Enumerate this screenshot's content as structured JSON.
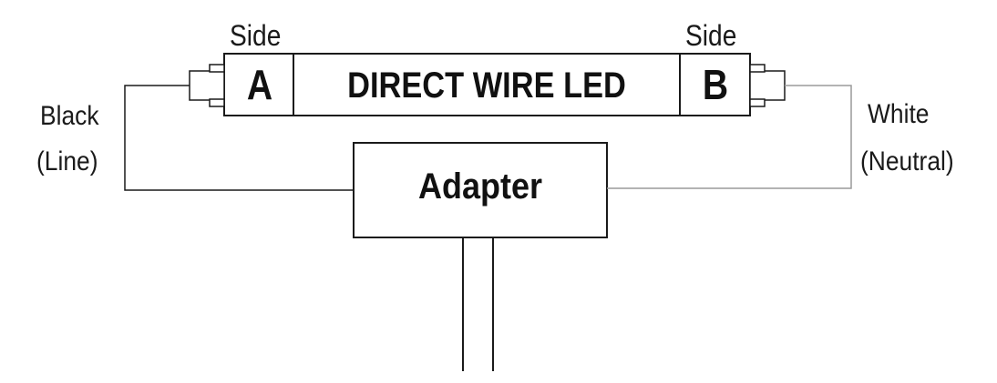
{
  "tube": {
    "title": "DIRECT WIRE LED",
    "side_a": {
      "heading": "Side",
      "letter": "A"
    },
    "side_b": {
      "heading": "Side",
      "letter": "B"
    }
  },
  "adapter": {
    "label": "Adapter"
  },
  "wires": {
    "line": {
      "color_name": "Black",
      "role": "(Line)",
      "stroke": "#1a1a1a"
    },
    "neutral": {
      "color_name": "White",
      "role": "(Neutral)",
      "stroke": "#9a9a9a"
    }
  }
}
